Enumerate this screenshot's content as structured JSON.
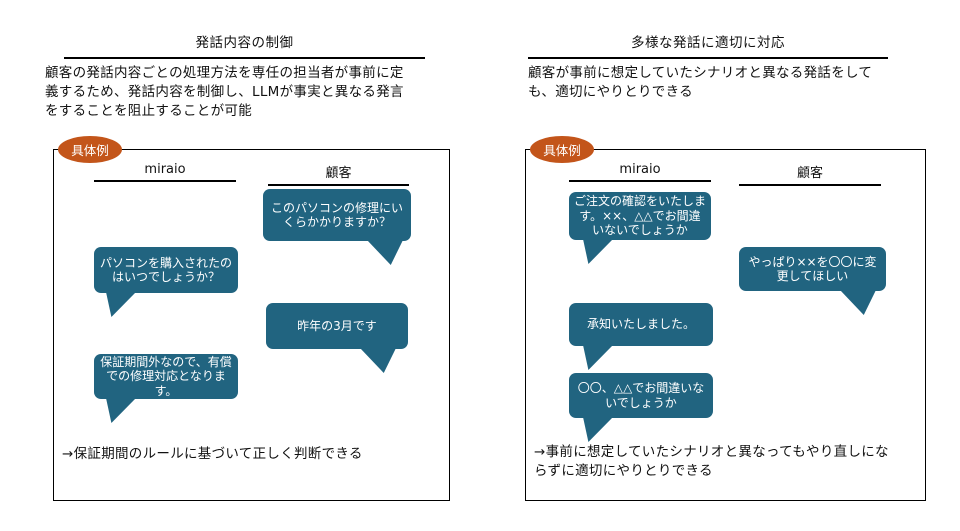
{
  "colors": {
    "bubble": "#216480",
    "badge": "#C3551A",
    "border": "#000000"
  },
  "panels": [
    {
      "title": "発話内容の制御",
      "description": "顧客の発話内容ごとの処理方法を専任の担当者が事前に定\n義するため、発話内容を制御し、LLMが事実と異なる発言\nをすることを阻止することが可能",
      "badge": "具体例",
      "columns": [
        "miraio",
        "顧客"
      ],
      "messages": [
        {
          "speaker": "顧客",
          "text": "このパソコンの修理にい\nくらかかりますか？"
        },
        {
          "speaker": "miraio",
          "text": "パソコンを購入されたの\nはいつでしょうか？"
        },
        {
          "speaker": "顧客",
          "text": "昨年の3月です"
        },
        {
          "speaker": "miraio",
          "text": "保証期間外なので、有償\nでの修理対応となります。"
        }
      ],
      "conclusion": "→保証期間のルールに基づいて正しく判断できる"
    },
    {
      "title": "多様な発話に適切に対応",
      "description": "顧客が事前に想定していたシナリオと異なる発話をして\nも、適切にやりとりできる",
      "badge": "具体例",
      "columns": [
        "miraio",
        "顧客"
      ],
      "messages": [
        {
          "speaker": "miraio",
          "text": "ご注文の確認をいたしま\nす。××、△△でお間違\nいないでしょうか"
        },
        {
          "speaker": "顧客",
          "text": "やっぱり××を〇〇に変\n更してほしい"
        },
        {
          "speaker": "miraio",
          "text": "承知いたしました。"
        },
        {
          "speaker": "miraio",
          "text": "〇〇、△△でお間違いな\nいでしょうか"
        }
      ],
      "conclusion": "→事前に想定していたシナリオと異なってもやり直しにな\nらずに適切にやりとりできる"
    }
  ]
}
